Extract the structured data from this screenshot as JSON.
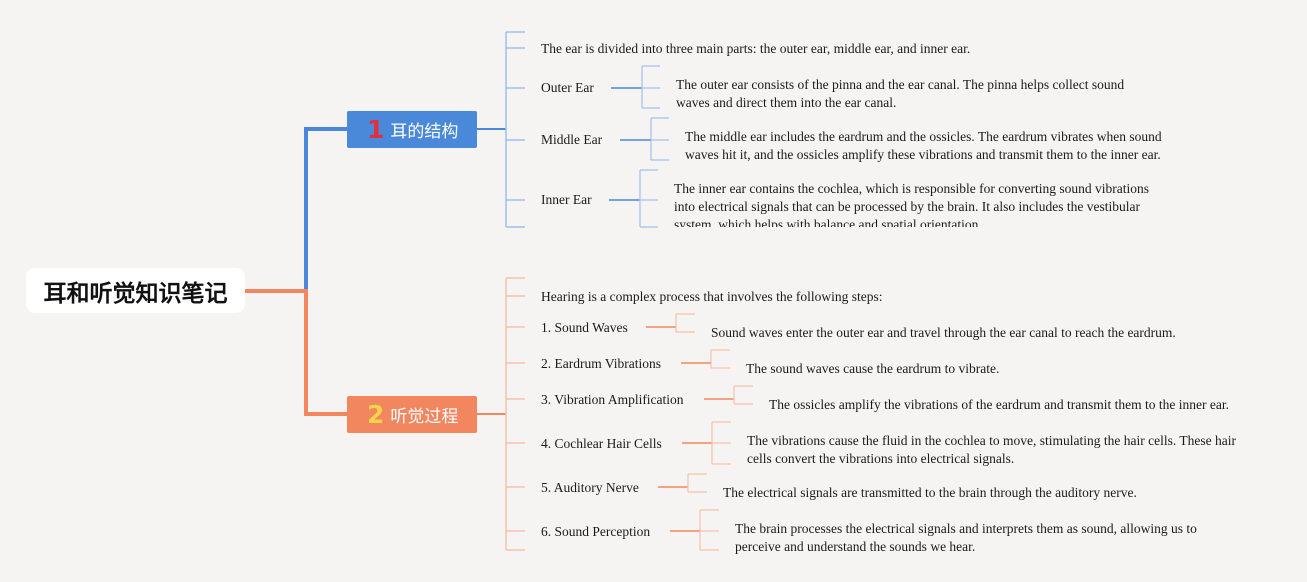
{
  "root": {
    "title": "耳和听觉知识笔记"
  },
  "branches": [
    {
      "number": "1",
      "label": "耳的结构",
      "intro": "The ear is divided into three main parts: the outer ear, middle ear, and inner ear.",
      "items": [
        {
          "label": "Outer Ear",
          "detail": "The outer ear consists of the pinna and the ear canal. The pinna helps collect sound waves and direct them into the ear canal."
        },
        {
          "label": "Middle Ear",
          "detail": "The middle ear includes the eardrum and the ossicles. The eardrum vibrates when sound waves hit it, and the ossicles amplify these vibrations and transmit them to the inner ear."
        },
        {
          "label": "Inner Ear",
          "detail": "The inner ear contains the cochlea, which is responsible for converting sound vibrations into electrical signals that can be processed by the brain. It also includes the vestibular system, which helps with balance and spatial orientation."
        }
      ]
    },
    {
      "number": "2",
      "label": "听觉过程",
      "intro": "Hearing is a complex process that involves the following steps:",
      "items": [
        {
          "label": "1. Sound Waves",
          "detail": "Sound waves enter the outer ear and travel through the ear canal to reach the eardrum."
        },
        {
          "label": "2. Eardrum Vibrations",
          "detail": "The sound waves cause the eardrum to vibrate."
        },
        {
          "label": "3. Vibration Amplification",
          "detail": "The ossicles amplify the vibrations of the eardrum and transmit them to the inner ear."
        },
        {
          "label": "4. Cochlear Hair Cells",
          "detail": "The vibrations cause the fluid in the cochlea to move, stimulating the hair cells. These hair cells convert the vibrations into electrical signals."
        },
        {
          "label": "5. Auditory Nerve",
          "detail": "The electrical signals are transmitted to the brain through the auditory nerve."
        },
        {
          "label": "6. Sound Perception",
          "detail": "The brain processes the electrical signals and interprets them as sound, allowing us to perceive and understand the sounds we hear."
        }
      ]
    }
  ],
  "colors": {
    "blue": "#4a88d9",
    "orange": "#f2865f",
    "blue_light": "#9fc0ea",
    "orange_light": "#f6c1ad"
  }
}
